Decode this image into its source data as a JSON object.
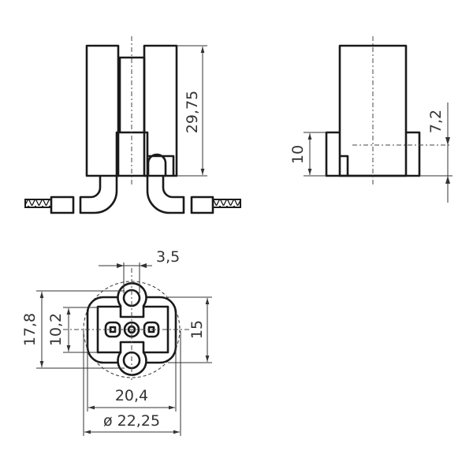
{
  "drawing": {
    "front_view": {
      "dim_height": "29,75"
    },
    "side_view": {
      "dim_flange": "10",
      "dim_offset": "7,2"
    },
    "bottom_view": {
      "dim_pin_spacing": "3,5",
      "dim_lug_span": "17,8",
      "dim_inner": "10,2",
      "dim_body_height": "15",
      "dim_body_width": "20,4",
      "dim_diameter": "ø 22,25"
    }
  }
}
